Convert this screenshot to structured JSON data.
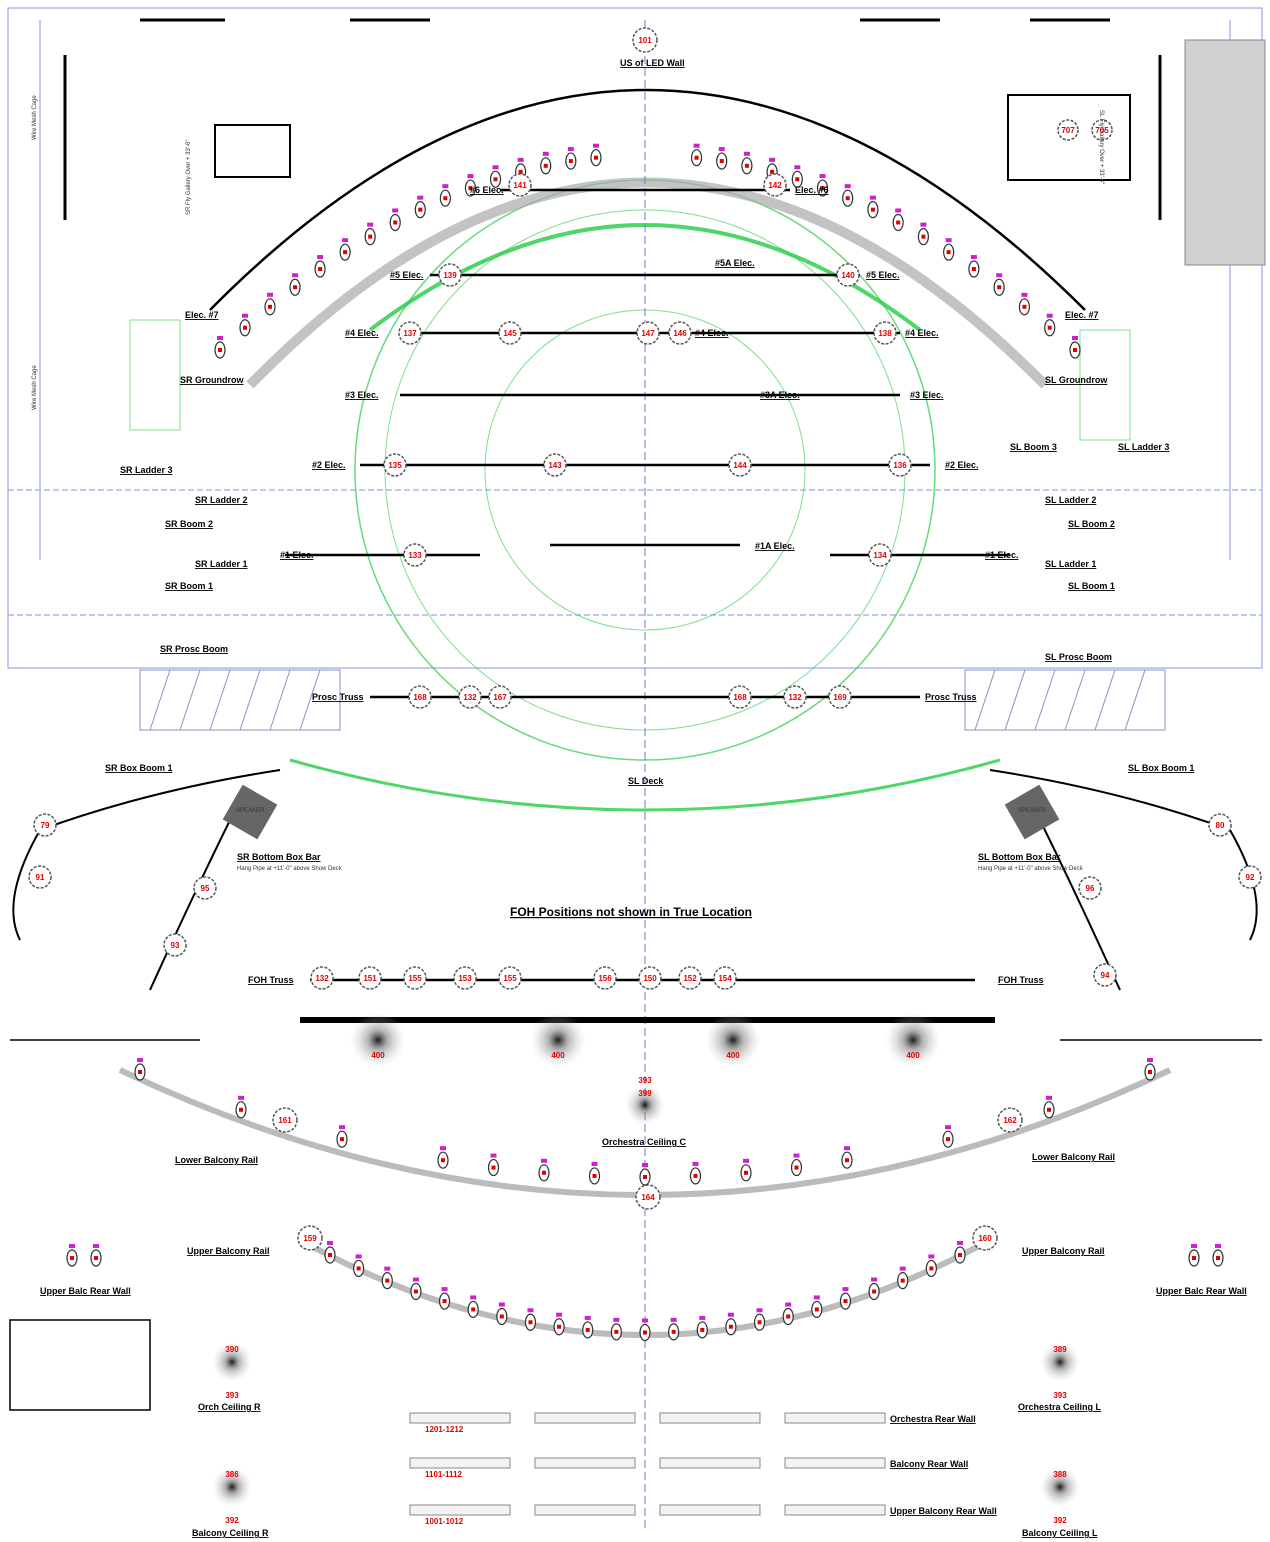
{
  "labels": {
    "us_led_wall": "US of LED Wall",
    "elec_6": "#6 Elec.",
    "elec_6_r": "Elec. #6",
    "elec_5": "#5 Elec.",
    "elec_5_r": "#5 Elec.",
    "elec_5a": "#5A Elec.",
    "elec_4": "#4 Elec.",
    "elec_4_r": "#4 Elec.",
    "elec_4b": "#4 Elec.",
    "elec_3": "#3 Elec.",
    "elec_3_r": "#3 Elec.",
    "elec_3a": "#3A Elec.",
    "elec_2": "#2 Elec.",
    "elec_2_r": "#2 Elec.",
    "elec_1": "#1 Elec.",
    "elec_1_r": "#1 Elec.",
    "elec_1a": "#1A Elec.",
    "elec_7_l": "Elec. #7",
    "elec_7_r": "Elec. #7",
    "sr_groundrow": "SR Groundrow",
    "sl_groundrow": "SL Groundrow",
    "sr_ladder_3": "SR Ladder 3",
    "sr_ladder_2": "SR Ladder 2",
    "sr_ladder_1": "SR Ladder 1",
    "sr_boom_2": "SR Boom 2",
    "sr_boom_1": "SR Boom 1",
    "sr_prosc_boom": "SR Prosc Boom",
    "sl_boom_3": "SL Boom 3",
    "sl_ladder_3": "SL Ladder 3",
    "sl_ladder_2": "SL Ladder 2",
    "sl_boom_2": "SL Boom 2",
    "sl_ladder_1": "SL Ladder 1",
    "sl_boom_1": "SL Boom 1",
    "sl_prosc_boom": "SL Prosc Boom",
    "prosc_truss_l": "Prosc Truss",
    "prosc_truss_r": "Prosc Truss",
    "sr_box_boom_1": "SR Box Boom 1",
    "sl_box_boom_1": "SL Box Boom 1",
    "sr_bottom_box_bar": "SR Bottom Box Bar",
    "sl_bottom_box_bar": "SL Bottom Box Bar",
    "hang_pipe": "Hang Pipe at +11'-0\" above Show Deck",
    "sl_deck": "SL Deck",
    "foh_note": "FOH Positions not shown in True Location",
    "foh_truss_l": "FOH Truss",
    "foh_truss_r": "FOH Truss",
    "orch_ceiling_c": "Orchestra Ceiling C",
    "lower_balc_rail_l": "Lower Balcony Rail",
    "lower_balc_rail_r": "Lower Balcony Rail",
    "upper_balc_rail_l": "Upper Balcony Rail",
    "upper_balc_rail_r": "Upper Balcony Rail",
    "upper_balc_rear_wall_l": "Upper Balc Rear Wall",
    "upper_balc_rear_wall_r": "Upper Balc Rear Wall",
    "orch_ceiling_r": "Orch Ceiling R",
    "orch_ceiling_l": "Orchestra Ceiling L",
    "balc_ceiling_r": "Balcony Ceiling R",
    "balc_ceiling_l": "Balcony Ceiling L",
    "orch_rear_wall": "Orchestra Rear Wall",
    "balc_rear_wall": "Balcony Rear Wall",
    "upper_balc_rear_wall_c": "Upper Balcony Rear Wall",
    "sr_fly_gallery": "SR Fly Gallery Over + 33'-6\"",
    "sl_fly_gallery": "SL Fly Gallery Over + 33'-6\"",
    "wire_mesh_cage_1": "Wire Mesh Cage",
    "wire_mesh_cage_2": "Wire Mesh Cage",
    "speaker_l": "SPEAKER",
    "speaker_r": "SPEAKER",
    "strip_1": "1201-1212",
    "strip_2": "1101-1112",
    "strip_3": "1001-1012"
  },
  "fixtures": {
    "top_centre": "101",
    "right_box_a": "707",
    "right_box_b": "705",
    "elec6": [
      "141",
      "142"
    ],
    "elec5": [
      "139",
      "140"
    ],
    "elec4": [
      "137",
      "145",
      "147",
      "146",
      "138"
    ],
    "elec2": [
      "135",
      "143",
      "144",
      "136"
    ],
    "elec1": [
      "133",
      "134"
    ],
    "prosc": [
      "168",
      "132",
      "167",
      "168",
      "132",
      "169"
    ],
    "box_l": [
      "79",
      "91",
      "95",
      "93"
    ],
    "box_r": [
      "80",
      "92",
      "96",
      "94"
    ],
    "foh": [
      "132",
      "151",
      "155",
      "153",
      "155",
      "156",
      "150",
      "152",
      "154"
    ],
    "ceiling_spots": [
      "400",
      "400",
      "400",
      "400"
    ],
    "orch_c": [
      "393",
      "399"
    ],
    "lower_balc": [
      "161",
      "162"
    ],
    "upper_balc": [
      "159",
      "160"
    ],
    "balc_centre": "164",
    "orch_r": [
      "390",
      "393"
    ],
    "orch_l": [
      "389",
      "393"
    ],
    "balc_r": [
      "386",
      "392"
    ],
    "balc_l": [
      "388",
      "392"
    ]
  }
}
